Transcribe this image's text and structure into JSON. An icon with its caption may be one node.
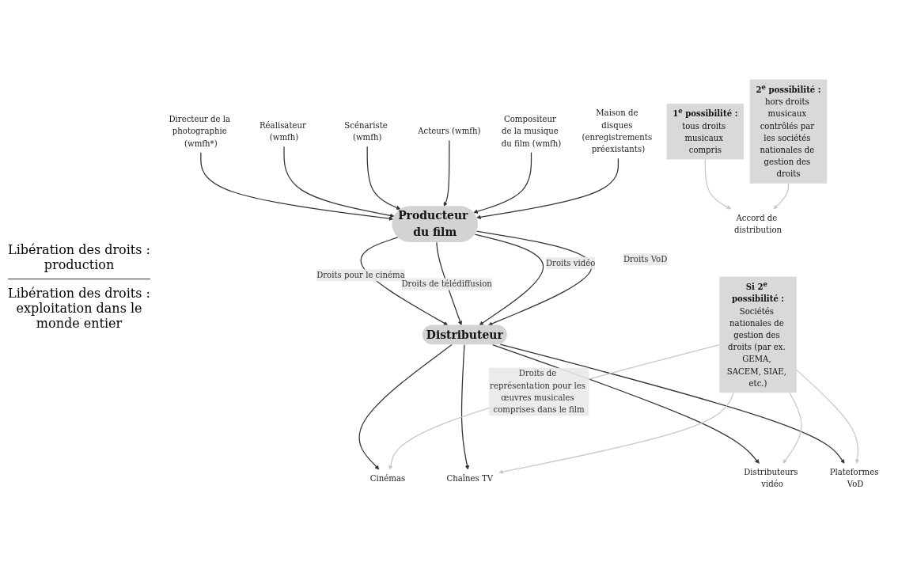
{
  "diagram": {
    "nodes": [
      {
        "text": [
          "Directeur de la photographie (wmfh*)"
        ]
      },
      {
        "text": [
          "Réalisateur (wmfh)"
        ]
      },
      {
        "text": [
          "Scénariste (wmfh)"
        ]
      },
      {
        "text": [
          "Acteurs (wmfh)"
        ]
      },
      {
        "text": [
          "Compositeur de la musique du film (wmfh)"
        ]
      },
      {
        "text": [
          "Maison de disques (enregistrements préexistants)"
        ]
      },
      {
        "text": [
          "Producteur du film"
        ]
      },
      {
        "text": [
          "Distributeur"
        ]
      },
      {
        "text": [
          "Accord de distribution"
        ]
      },
      {
        "text": [
          "1$^{e}$ possibilité :",
          "tous droits musicaux compris"
        ]
      },
      {
        "text": [
          "2$^{e}$ possibilité :",
          "hors droits musicaux contrôlés par les sociétés nationales de gestion des droits"
        ]
      },
      {
        "text": [
          "Cinémas"
        ]
      },
      {
        "text": [
          "Chaînes TV"
        ]
      },
      {
        "text": [
          "Distributeurs vidéo"
        ]
      },
      {
        "text": [
          "Plateformes VoD"
        ]
      },
      {
        "text": [
          "Si 2$^{e}$ possibilité :",
          "Sociétés nationales de gestion des droits (par ex. GEMA, SACEM, SIAE, etc.)"
        ]
      }
    ],
    "edges": [
      {
        "from": 0,
        "to": 6,
        "arrow": "to"
      },
      {
        "from": 1,
        "to": 6,
        "arrow": "to"
      },
      {
        "from": 2,
        "to": 6,
        "arrow": "to"
      },
      {
        "from": 3,
        "to": 6,
        "arrow": "to"
      },
      {
        "from": 4,
        "to": 6,
        "arrow": "to"
      },
      {
        "from": 5,
        "to": 6,
        "arrow": "to"
      },
      {
        "from": 6,
        "to": 7,
        "arrow": "to",
        "label": "Droits pour le cinéma"
      },
      {
        "from": 6,
        "to": 7,
        "arrow": "to",
        "label": "Droits de télédiffusion"
      },
      {
        "from": 6,
        "to": 7,
        "arrow": "to",
        "label": "Droits vidéo"
      },
      {
        "from": 6,
        "to": 7,
        "arrow": "to",
        "label": "Droits VoD"
      },
      {
        "from": 7,
        "to": 11,
        "arrow": "to"
      },
      {
        "from": 7,
        "to": 12,
        "arrow": "to"
      },
      {
        "from": 7,
        "to": 13,
        "arrow": "to"
      },
      {
        "from": 7,
        "to": 14,
        "arrow": "to"
      },
      {
        "from": 9,
        "to": 8,
        "arrow": "to",
        "color": "#c8c8c8"
      },
      {
        "from": 10,
        "to": 8,
        "arrow": "to",
        "color": "#c8c8c8"
      },
      {
        "from": 15,
        "to": 11,
        "arrow": "to",
        "color": "#c8c8c8",
        "label": "Droits de représentation pour les œuvres musicales comprises dans le film"
      },
      {
        "from": 15,
        "to": 12,
        "arrow": "to",
        "color": "#c8c8c8"
      },
      {
        "from": 15,
        "to": 13,
        "arrow": "to",
        "color": "#c8c8c8"
      },
      {
        "from": 15,
        "to": 14,
        "arrow": "to",
        "color": "#c8c8c8"
      }
    ],
    "labels": [
      "Libération des droits : production",
      "Libération des droits : exploitation dans le monde entier"
    ]
  }
}
